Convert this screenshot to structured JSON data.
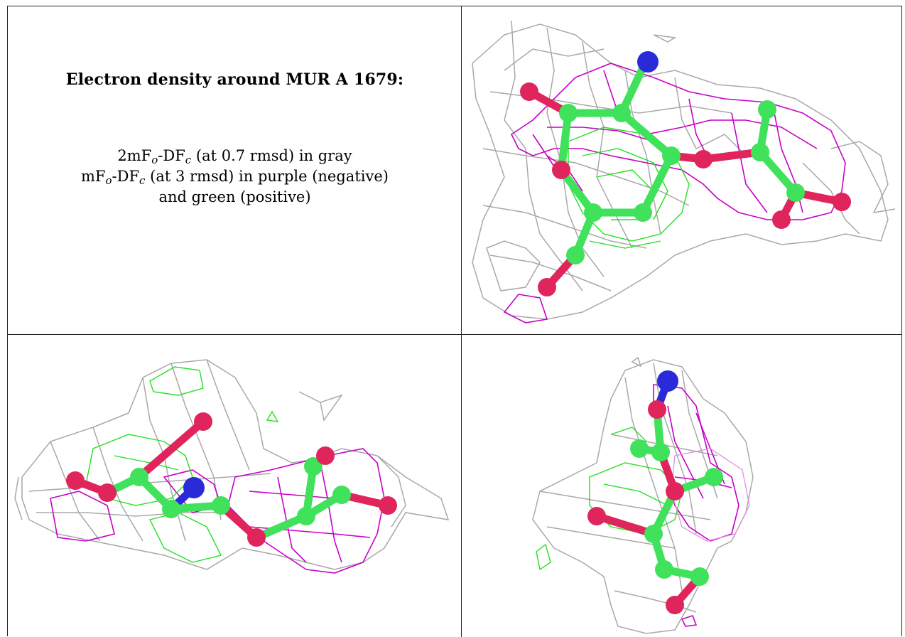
{
  "title": "Electron density around MUR A 1679:",
  "legend": {
    "line1": {
      "a": "2mF",
      "sub1": "o",
      "b": "-DF",
      "sub2": "c",
      "rest": " (at 0.7 rmsd) in gray"
    },
    "line2": {
      "a": "mF",
      "sub1": "o",
      "b": "-DF",
      "sub2": "c",
      "rest": " (at 3 rmsd) in purple (negative)"
    },
    "line3": "and green (positive)"
  },
  "colors": {
    "mesh_2fofc": "#a8a8a8",
    "mesh_negative": "#c800c8",
    "mesh_positive": "#22e022",
    "carbon": "#3fe25a",
    "oxygen": "#e0245c",
    "nitrogen": "#2a2ad8",
    "border": "#222222"
  },
  "panels": [
    {
      "name": "view-top-right",
      "kind": "ligand density view"
    },
    {
      "name": "view-bottom-left",
      "kind": "ligand density view"
    },
    {
      "name": "view-bottom-right",
      "kind": "ligand density view"
    }
  ]
}
